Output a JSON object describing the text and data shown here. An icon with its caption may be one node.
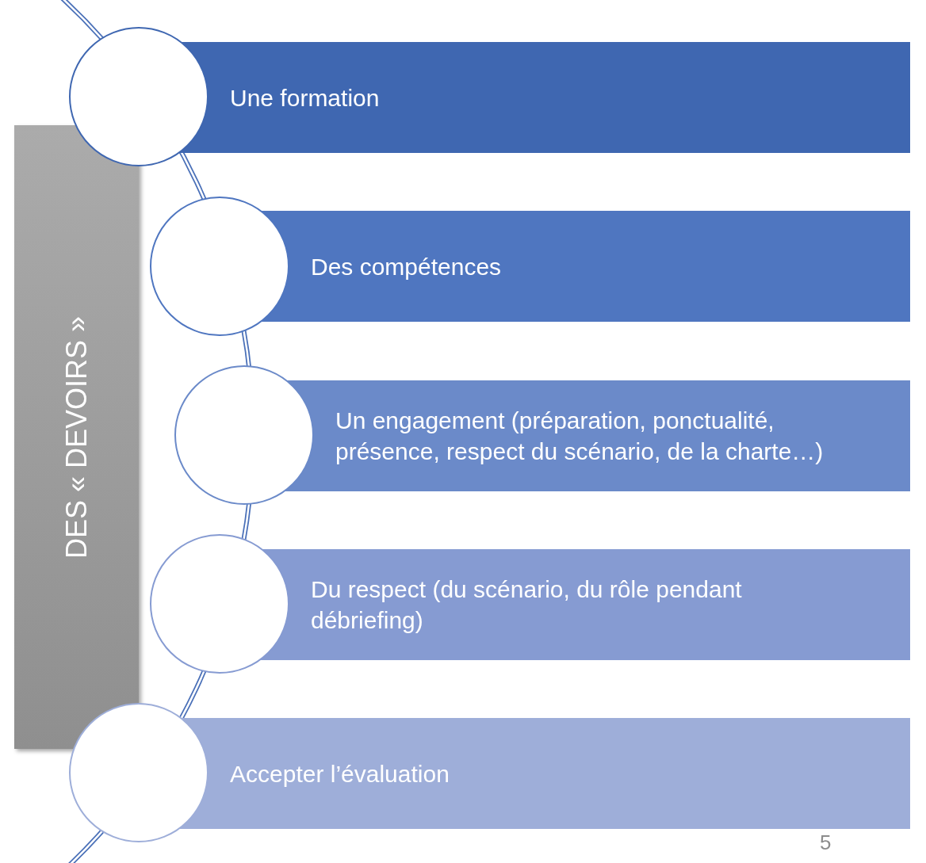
{
  "diagram": {
    "nodes": [
      {
        "text": [
          "DES « DEVOIRS »"
        ]
      },
      {
        "text": [
          "Une formation"
        ]
      },
      {
        "text": [
          "Des compétences"
        ]
      },
      {
        "text": [
          "Un engagement (préparation, ponctualité, présence, respect du scénario, de la charte…)"
        ]
      },
      {
        "text": [
          "Du respect (du scénario, du rôle pendant débriefing)"
        ]
      },
      {
        "text": [
          "Accepter l’évaluation"
        ]
      },
      {
        "text": [],
        "shape": "circle"
      },
      {
        "text": [],
        "shape": "circle"
      },
      {
        "text": [],
        "shape": "circle"
      },
      {
        "text": [],
        "shape": "circle"
      },
      {
        "text": [],
        "shape": "circle"
      }
    ],
    "labels": [
      "5"
    ]
  }
}
